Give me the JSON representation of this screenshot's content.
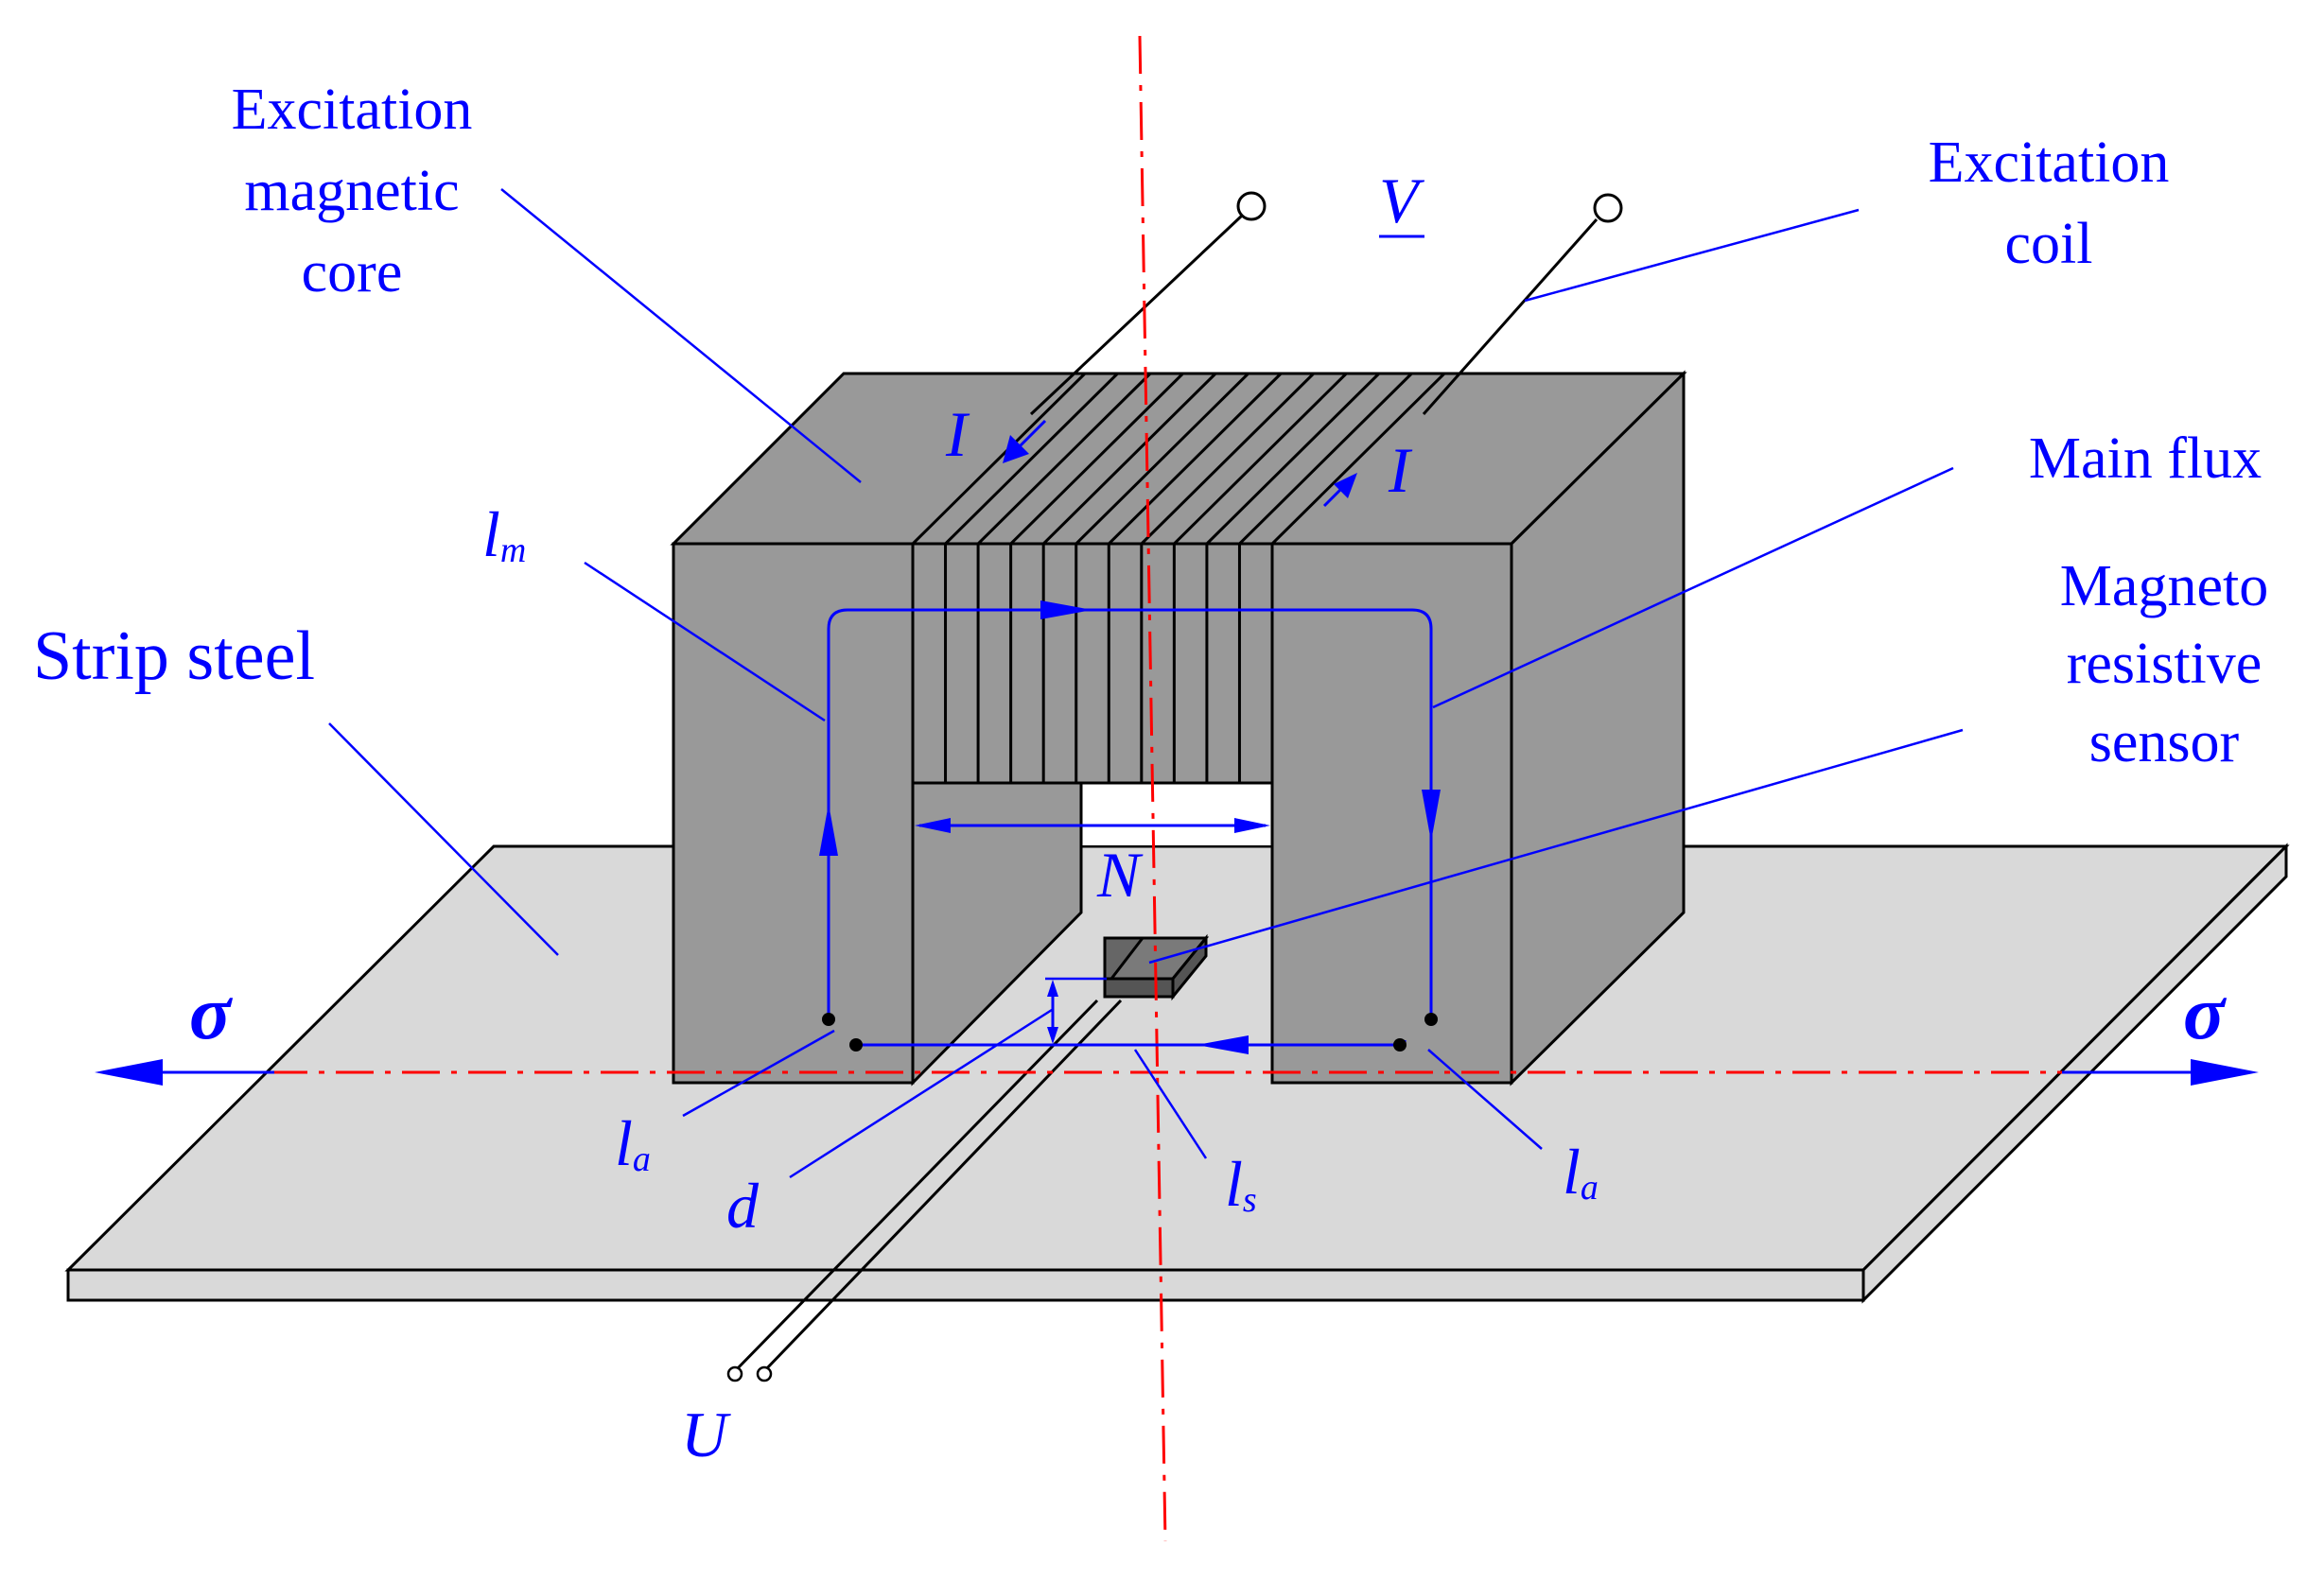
{
  "labels": {
    "excitation_core": [
      "Excitation",
      "magnetic",
      "core"
    ],
    "excitation_coil": [
      "Excitation",
      "coil"
    ],
    "main_flux": "Main flux",
    "sensor": [
      "Magneto",
      "resistive",
      "sensor"
    ],
    "strip_steel": "Strip steel",
    "voltage": "V",
    "current": "I",
    "turns": "N",
    "stress": "σ",
    "output": "U",
    "gap": "d",
    "path_core": {
      "base": "l",
      "sub": "m"
    },
    "path_air": {
      "base": "l",
      "sub": "a"
    },
    "path_steel": {
      "base": "l",
      "sub": "s"
    }
  },
  "colors": {
    "core": "#999999",
    "strip": "#d9d9d9",
    "annotation": "#0000ff",
    "axis": "#ff0000",
    "sensor": "#666666"
  }
}
